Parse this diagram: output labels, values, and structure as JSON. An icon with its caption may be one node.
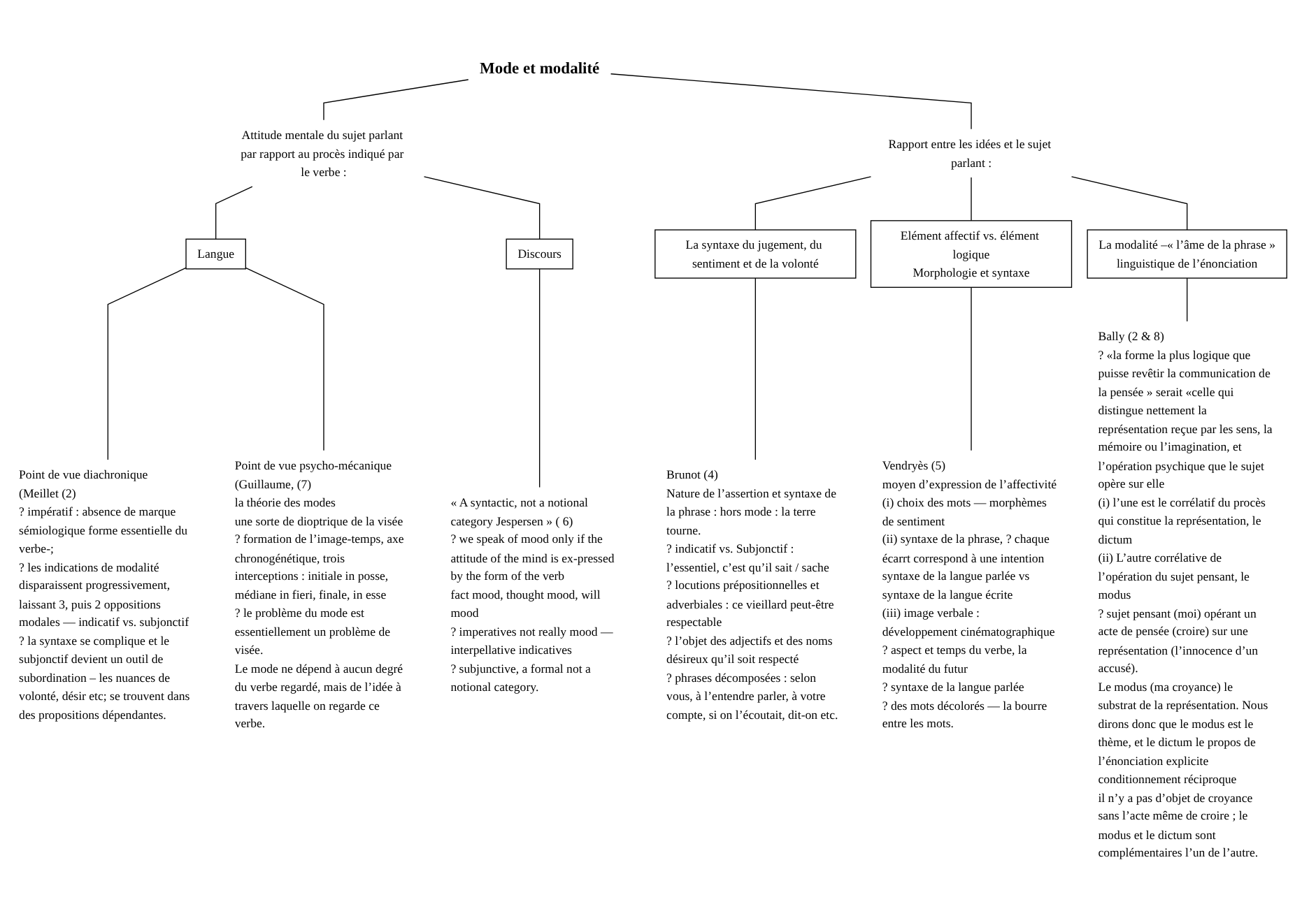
{
  "diagram": {
    "nodes": [
      {
        "text": [
          "Mode et modalité"
        ]
      },
      {
        "text": [
          "Attitude mentale du sujet parlant par rapport au procès indiqué par le verbe :"
        ]
      },
      {
        "text": [
          "Rapport entre les idées et le sujet parlant :"
        ]
      },
      {
        "text": [
          "Langue"
        ]
      },
      {
        "text": [
          "Discours"
        ]
      },
      {
        "text": [
          "La syntaxe du jugement, du sentiment et de la volonté"
        ]
      },
      {
        "text": [
          "Elément affectif vs. élément logique",
          "Morphologie et syntaxe"
        ]
      },
      {
        "text": [
          "La modalité –« l’âme de la phrase »",
          "linguistique de l’énonciation"
        ]
      },
      {
        "text": [
          "Point de vue diachronique",
          "(Meillet (2)",
          "? impératif : absence de marque sémiologique forme essentielle du verbe-;",
          "? les indications de modalité disparaissent progressivement, laissant 3, puis 2 oppositions modales — indicatif vs. subjonctif",
          "? la syntaxe se complique et le subjonctif devient un outil de subordination – les nuances de volonté, désir etc; se trouvent dans des propositions dépendantes."
        ]
      },
      {
        "text": [
          "Point de vue psycho-mécanique",
          "(Guillaume, (7)",
          "la théorie des modes",
          "une sorte de dioptrique de la visée",
          "? formation de l’image-temps, axe chronogénétique, trois interceptions : initiale in posse, médiane in fieri, finale, in esse",
          "? le problème du mode est essentiellement un problème de visée.",
          "Le mode ne dépend à aucun degré du verbe regardé, mais de l’idée à travers laquelle on regarde ce verbe."
        ]
      },
      {
        "text": [
          "« A syntactic, not a notional category Jespersen » ( 6)",
          "? we speak of mood only if the attitude of the mind is ex-pressed by the form of the verb",
          "fact mood, thought mood, will mood",
          "? imperatives not really mood — interpellative indicatives",
          "? subjunctive, a formal not a notional category."
        ]
      },
      {
        "text": [
          "Brunot (4)",
          "Nature de l’assertion et syntaxe de la phrase : hors mode : la terre tourne.",
          "? indicatif vs. Subjonctif : l’essentiel, c’est qu’il sait / sache",
          "? locutions prépositionnelles et adverbiales : ce vieillard peut-être respectable",
          "? l’objet des adjectifs et des noms",
          "désireux qu’il soit respecté",
          "? phrases décomposées : selon vous, à l’entendre parler, à votre compte, si on l’écoutait, dit-on etc."
        ]
      },
      {
        "text": [
          "Vendryès (5)",
          "moyen d’expression de l’affectivité",
          "(i) choix des mots — morphèmes de sentiment",
          "(ii) syntaxe de la phrase, ? chaque écarrt correspond à une intention",
          "syntaxe de la langue parlée vs syntaxe de la langue écrite",
          "(iii) image verbale : développement cinématographique",
          "? aspect et temps du verbe, la modalité du futur",
          "? syntaxe de la langue parlée",
          "? des mots décolorés — la bourre entre les mots."
        ]
      },
      {
        "text": [
          "Bally (2 & 8)",
          "? «la forme la plus logique que puisse revêtir la communication de la pensée » serait «celle qui distingue nettement la représentation reçue par les sens, la mémoire ou l’imagination, et l’opération psychique que le sujet opère sur elle",
          "(i) l’une est le corrélatif du procès qui constitue la représentation, le dictum",
          "(ii) L’autre corrélative de l’opération du sujet pensant, le modus",
          "? sujet pensant (moi) opérant un acte de pensée (croire) sur une représentation (l’innocence d’un accusé).",
          "Le modus (ma croyance) le substrat de la représentation. Nous dirons donc que le modus est le thème, et le dictum le propos de l’énonciation explicite",
          "conditionnement réciproque",
          "il n’y a pas d’objet de croyance sans l’acte même de croire ; le modus et le dictum sont complémentaires l’un de l’autre."
        ]
      }
    ],
    "edges": [
      {
        "from": 0,
        "to": 1,
        "arrow": "none"
      },
      {
        "from": 0,
        "to": 2,
        "arrow": "none"
      },
      {
        "from": 1,
        "to": 3,
        "arrow": "none"
      },
      {
        "from": 1,
        "to": 4,
        "arrow": "none"
      },
      {
        "from": 2,
        "to": 5,
        "arrow": "none"
      },
      {
        "from": 2,
        "to": 6,
        "arrow": "none"
      },
      {
        "from": 2,
        "to": 7,
        "arrow": "none"
      },
      {
        "from": 3,
        "to": 8,
        "arrow": "none"
      },
      {
        "from": 3,
        "to": 9,
        "arrow": "none"
      },
      {
        "from": 4,
        "to": 10,
        "arrow": "none"
      },
      {
        "from": 5,
        "to": 11,
        "arrow": "none"
      },
      {
        "from": 6,
        "to": 12,
        "arrow": "none"
      },
      {
        "from": 7,
        "to": 13,
        "arrow": "none"
      }
    ]
  }
}
